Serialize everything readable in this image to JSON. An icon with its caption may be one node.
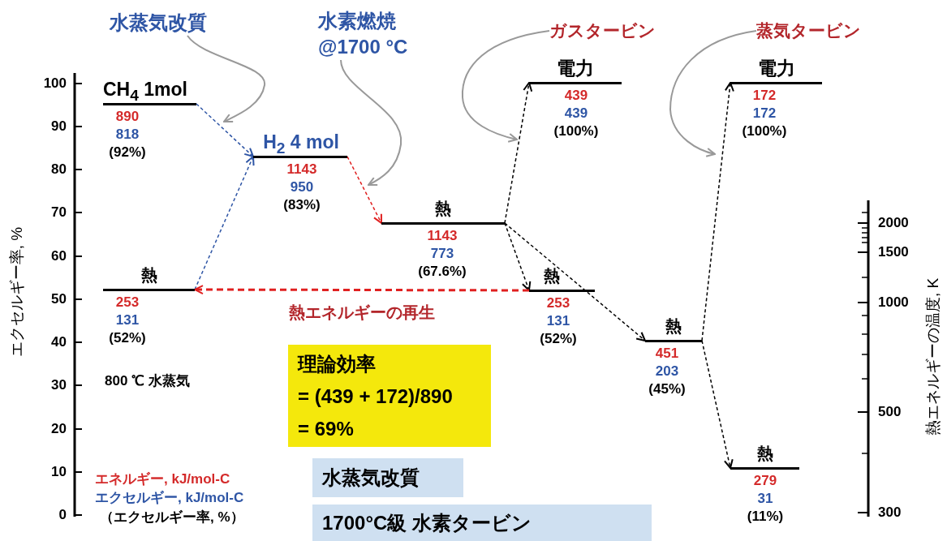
{
  "diagram": {
    "nodes": [
      {
        "text": [
          "CH$_{4}$ 1mol",
          "890",
          "818",
          "(92%)"
        ]
      },
      {
        "text": [
          "H$_{2}$ 4 mol",
          "1143",
          "950",
          "(83%)"
        ]
      },
      {
        "text": [
          "熱",
          "1143",
          "773",
          "(67.6%)"
        ]
      },
      {
        "text": [
          "電力",
          "439",
          "439",
          "(100%)"
        ]
      },
      {
        "text": [
          "熱",
          "253",
          "131",
          "(52%)"
        ]
      },
      {
        "text": [
          "熱",
          "451",
          "203",
          "(45%)"
        ]
      },
      {
        "text": [
          "電力",
          "172",
          "172",
          "(100%)"
        ]
      },
      {
        "text": [
          "熱",
          "279",
          "31",
          "(11%)"
        ]
      },
      {
        "text": [
          "熱",
          "253",
          "131",
          "(52%)"
        ]
      },
      {
        "text": [
          "水蒸気改質"
        ]
      },
      {
        "text": [
          "水素燃焼 @1700 °C"
        ]
      },
      {
        "text": [
          "ガスタービン"
        ]
      },
      {
        "text": [
          "蒸気タービン"
        ]
      },
      {
        "text": [
          "理論効率",
          "= (439 + 172)/890",
          "= 69%"
        ]
      },
      {
        "text": [
          "水蒸気改質"
        ]
      },
      {
        "text": [
          "1700°C級 水素タービン"
        ]
      }
    ],
    "edges": [
      {
        "from": 0,
        "to": 1,
        "arrow": "to",
        "style": "dashed",
        "color": "#2e55a5"
      },
      {
        "from": 8,
        "to": 1,
        "arrow": "to",
        "style": "dashed",
        "color": "#2e55a5"
      },
      {
        "from": 1,
        "to": 2,
        "arrow": "to",
        "style": "dashed",
        "color": "#e02020"
      },
      {
        "from": 2,
        "to": 3,
        "arrow": "to",
        "style": "dashed"
      },
      {
        "from": 2,
        "to": 4,
        "arrow": "to",
        "style": "dashed"
      },
      {
        "from": 2,
        "to": 5,
        "arrow": "to",
        "style": "dashed"
      },
      {
        "from": 5,
        "to": 6,
        "arrow": "to",
        "style": "dashed"
      },
      {
        "from": 5,
        "to": 7,
        "arrow": "to",
        "style": "dashed"
      },
      {
        "from": 4,
        "to": 8,
        "arrow": "to",
        "style": "dashed",
        "color": "#e02020",
        "label": "熱エネルギーの再生"
      },
      {
        "from": 9,
        "to": null,
        "arrow": "to",
        "color": "#999999"
      },
      {
        "from": 10,
        "to": null,
        "arrow": "to",
        "color": "#999999"
      },
      {
        "from": 11,
        "to": null,
        "arrow": "to",
        "color": "#999999"
      },
      {
        "from": 12,
        "to": null,
        "arrow": "to",
        "color": "#999999"
      }
    ],
    "labels": [
      "100",
      "90",
      "80",
      "70",
      "60",
      "50",
      "40",
      "30",
      "20",
      "10",
      "0",
      "エクセルギー率, %",
      "2000",
      "1500",
      "1000",
      "500",
      "300",
      "熱エネルギーの温度, K",
      "エネルギー, kJ/mol-C",
      "エクセルギー, kJ/mol-C",
      "（エクセルギー率, %）",
      "800 ℃ 水蒸気"
    ]
  }
}
